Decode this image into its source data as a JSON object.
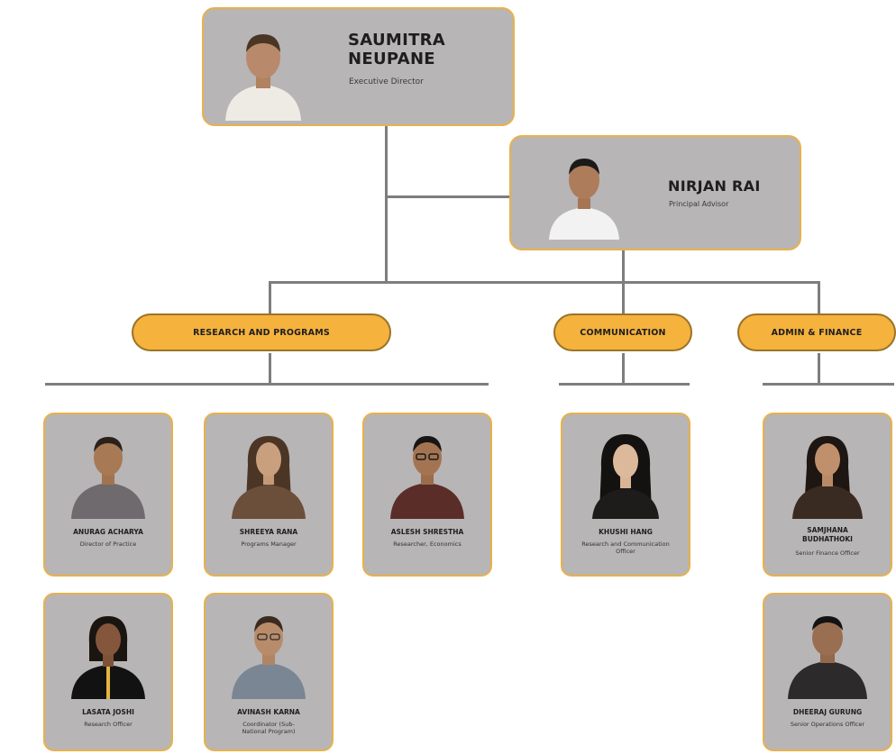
{
  "executive": {
    "name_line1": "SAUMITRA",
    "name_line2": "NEUPANE",
    "role": "Executive Director"
  },
  "principal": {
    "name": "NIRJAN RAI",
    "role": "Principal Advisor"
  },
  "departments": [
    {
      "label": "RESEARCH AND PROGRAMS",
      "members": [
        {
          "name": "ANURAG ACHARYA",
          "role": "Director of Practice"
        },
        {
          "name": "SHREEYA RANA",
          "role": "Programs Manager"
        },
        {
          "name": "ASLESH SHRESTHA",
          "role": "Researcher, Economics"
        },
        {
          "name": "LASATA JOSHI",
          "role": "Research Officer"
        },
        {
          "name": "AVINASH KARNA",
          "role": "Coordinator (Sub-National Program)"
        }
      ]
    },
    {
      "label": "COMMUNICATION",
      "members": [
        {
          "name": "KHUSHI HANG",
          "role": "Research and Communication Officer"
        }
      ]
    },
    {
      "label": "ADMIN & FINANCE",
      "members": [
        {
          "name": "SAMJHANA BUDHATHOKI",
          "role": "Senior Finance Officer"
        },
        {
          "name": "DHEERAJ GURUNG",
          "role": "Senior Operations Officer"
        }
      ]
    }
  ],
  "colors": {
    "card_bg": "#b7b5b6",
    "card_border": "#e8b14a",
    "pill_bg": "#f5b23d",
    "connector": "#7e7e80"
  }
}
